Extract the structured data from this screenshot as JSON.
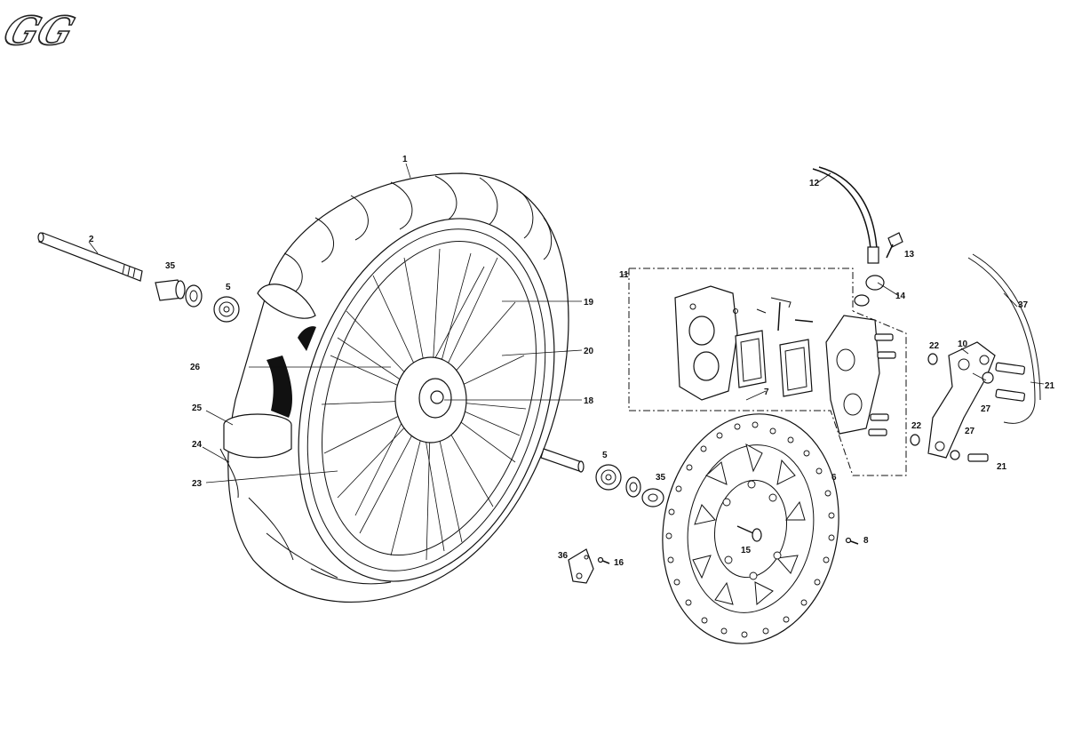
{
  "logo": {
    "text": "GG"
  },
  "callouts": [
    {
      "id": "c1",
      "text": "1"
    },
    {
      "id": "c2",
      "text": "2"
    },
    {
      "id": "c35a",
      "text": "35"
    },
    {
      "id": "c5a",
      "text": "5"
    },
    {
      "id": "c26",
      "text": "26"
    },
    {
      "id": "c25",
      "text": "25"
    },
    {
      "id": "c24",
      "text": "24"
    },
    {
      "id": "c23",
      "text": "23"
    },
    {
      "id": "c19",
      "text": "19"
    },
    {
      "id": "c20",
      "text": "20"
    },
    {
      "id": "c18",
      "text": "18"
    },
    {
      "id": "c11",
      "text": "11"
    },
    {
      "id": "c12",
      "text": "12"
    },
    {
      "id": "c13",
      "text": "13"
    },
    {
      "id": "c14",
      "text": "14"
    },
    {
      "id": "c37",
      "text": "37"
    },
    {
      "id": "c22a",
      "text": "22"
    },
    {
      "id": "c10",
      "text": "10"
    },
    {
      "id": "c21a",
      "text": "21"
    },
    {
      "id": "c27a",
      "text": "27"
    },
    {
      "id": "c22b",
      "text": "22"
    },
    {
      "id": "c27b",
      "text": "27"
    },
    {
      "id": "c21b",
      "text": "21"
    },
    {
      "id": "c7",
      "text": "7"
    },
    {
      "id": "c6",
      "text": "6"
    },
    {
      "id": "c5b",
      "text": "5"
    },
    {
      "id": "c35b",
      "text": "35"
    },
    {
      "id": "c36",
      "text": "36"
    },
    {
      "id": "c16",
      "text": "16"
    },
    {
      "id": "c15",
      "text": "15"
    },
    {
      "id": "c8",
      "text": "8"
    }
  ]
}
